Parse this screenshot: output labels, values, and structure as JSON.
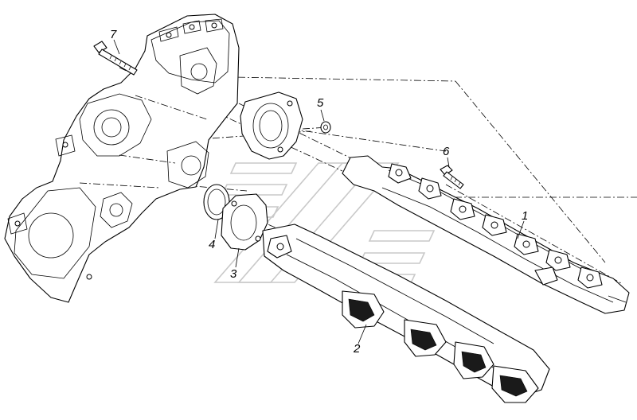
{
  "callouts": [
    {
      "id": "1",
      "text": "1"
    },
    {
      "id": "2",
      "text": "2"
    },
    {
      "id": "3",
      "text": "3"
    },
    {
      "id": "4",
      "text": "4"
    },
    {
      "id": "5",
      "text": "5"
    },
    {
      "id": "6",
      "text": "6"
    },
    {
      "id": "7",
      "text": "7"
    }
  ],
  "colors": {
    "line": "#000000",
    "background": "#ffffff",
    "watermark": "#c9c9c9"
  }
}
